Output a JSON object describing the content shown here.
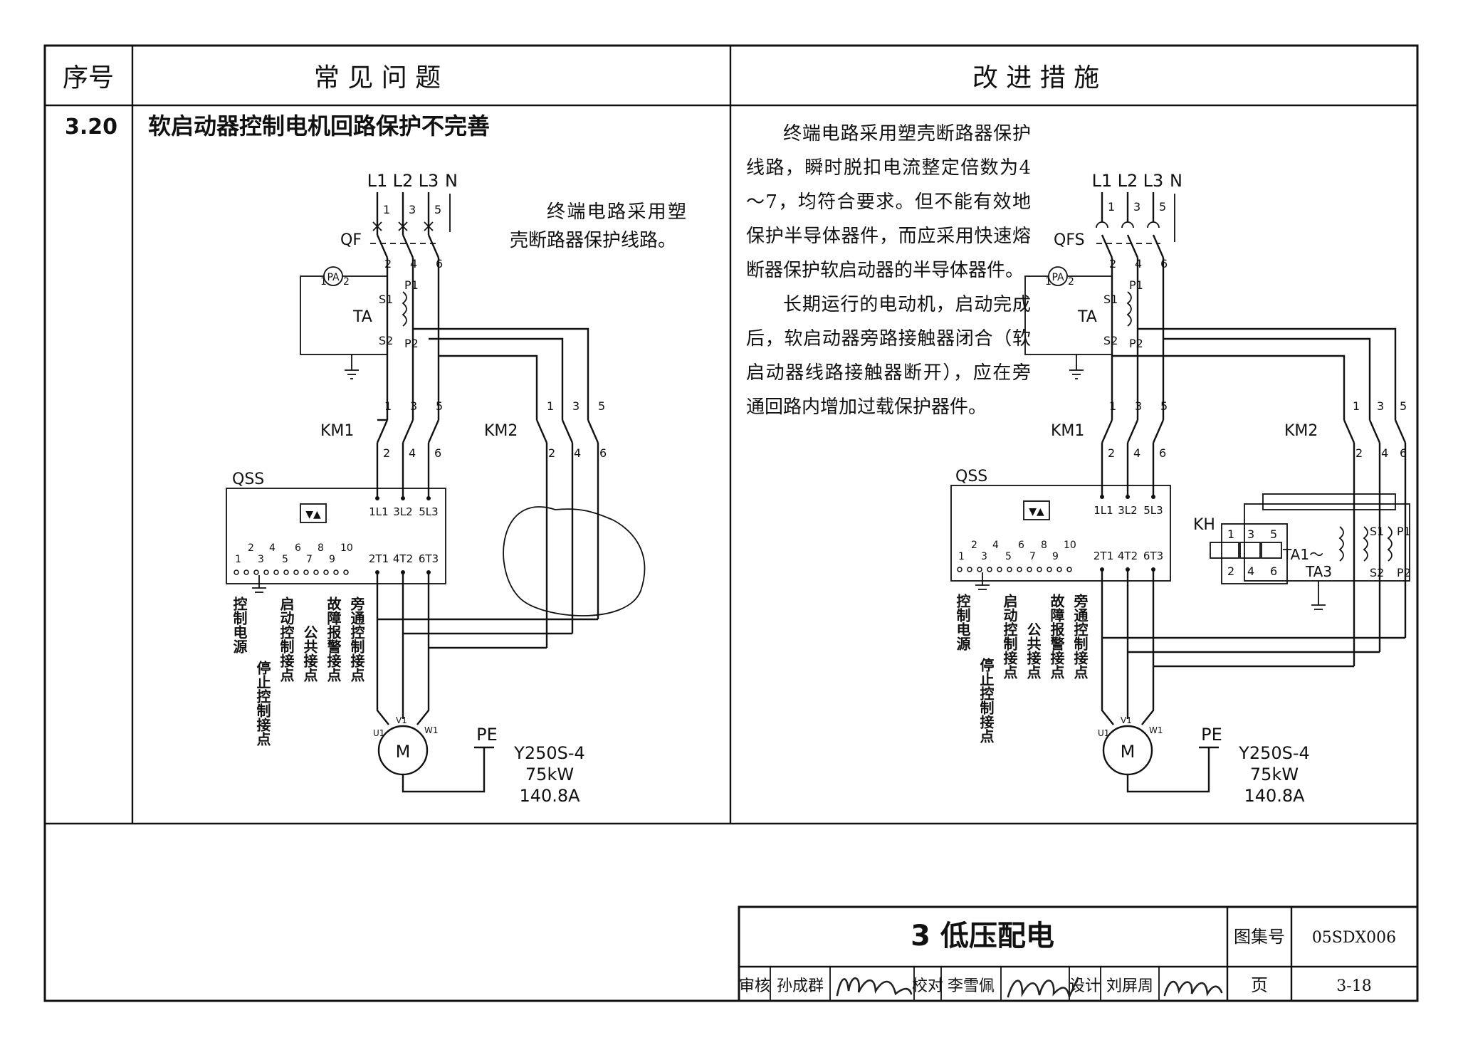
{
  "header": {
    "col_no": "序号",
    "col_problem": "常 见 问 题",
    "col_fix": "改 进 措 施"
  },
  "row": {
    "number": "3.20",
    "title": "软启动器控制电机回路保护不完善"
  },
  "left": {
    "note": "终端电路采用塑壳断路器保护线路。",
    "phases": [
      "L1",
      "L2",
      "L3",
      "N"
    ],
    "pins_top": [
      "1",
      "3",
      "5"
    ],
    "pins_bottom": [
      "2",
      "4",
      "6"
    ],
    "breaker": "QF",
    "meter": "PA",
    "meter_pins": [
      "1",
      "2"
    ],
    "ct": "TA",
    "ct_terms": [
      "S1",
      "S2",
      "P1",
      "P2"
    ],
    "km1": "KM1",
    "km2": "KM2",
    "qss": "QSS",
    "qss_in": [
      "1L1",
      "3L2",
      "5L3"
    ],
    "qss_out": [
      "2T1",
      "4T2",
      "6T3"
    ],
    "ctrl_pins_top": [
      "2",
      "4",
      "6",
      "8",
      "10"
    ],
    "ctrl_pins_bottom": [
      "1",
      "3",
      "5",
      "7",
      "9"
    ],
    "ctrl_labels": [
      "控制电源",
      "停止控制接点",
      "启动控制接点",
      "公共接点",
      "故障报警接点",
      "旁通控制接点"
    ],
    "motor": "M",
    "motor_terms": [
      "U1",
      "V1",
      "W1"
    ],
    "pe": "PE",
    "model": "Y250S-4",
    "power": "75kW",
    "current": "140.8A"
  },
  "right": {
    "text_p1": "终端电路采用塑壳断路器保护线路，瞬时脱扣电流整定倍数为4～7，均符合要求。但不能有效地保护半导体器件，而应采用快速熔断器保护软启动器的半导体器件。",
    "text_p2": "长期运行的电动机，启动完成后，软启动器旁路接触器闭合（软启动器线路接触器断开），应在旁通回路内增加过载保护器件。",
    "fuse": "QFS",
    "kh": "KH",
    "kh_pins_top": [
      "1",
      "3",
      "5"
    ],
    "kh_pins_bottom": [
      "2",
      "4",
      "6"
    ],
    "ta_group_1": "TA1～",
    "ta_group_2": "TA3"
  },
  "title_block": {
    "chapter": "3 低压配电",
    "atlas_label": "图集号",
    "atlas_no": "05SDX006",
    "page_label": "页",
    "page_no": "3-18",
    "review_label": "审核",
    "review_name": "孙成群",
    "check_label": "校对",
    "check_name": "李雪佩",
    "design_label": "设计",
    "design_name": "刘屏周"
  }
}
